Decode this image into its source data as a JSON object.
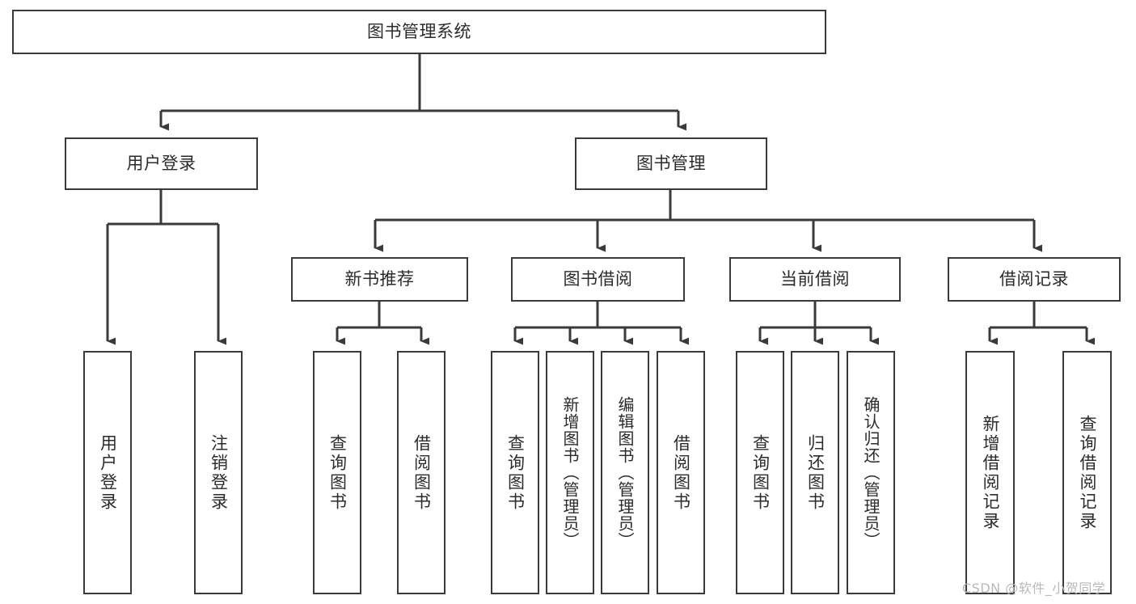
{
  "diagram": {
    "title": "图书管理系统",
    "type": "hierarchy-tree",
    "root": {
      "id": "root",
      "label": "图书管理系统",
      "orientation": "horizontal"
    },
    "level2": [
      {
        "id": "user-login",
        "label": "用户登录",
        "orientation": "horizontal"
      },
      {
        "id": "book-management",
        "label": "图书管理",
        "orientation": "horizontal"
      }
    ],
    "level3": [
      {
        "id": "new-book-recommend",
        "label": "新书推荐",
        "orientation": "horizontal",
        "parent": "book-management"
      },
      {
        "id": "book-borrow",
        "label": "图书借阅",
        "orientation": "horizontal",
        "parent": "book-management"
      },
      {
        "id": "current-borrow",
        "label": "当前借阅",
        "orientation": "horizontal",
        "parent": "book-management"
      },
      {
        "id": "borrow-record",
        "label": "借阅记录",
        "orientation": "horizontal",
        "parent": "book-management"
      }
    ],
    "leaves": [
      {
        "id": "leaf-user-login",
        "label": "用户登录",
        "parent": "user-login",
        "orientation": "vertical"
      },
      {
        "id": "leaf-user-logout",
        "label": "注销登录",
        "parent": "user-login",
        "orientation": "vertical"
      },
      {
        "id": "leaf-query-book-1",
        "label": "查询图书",
        "parent": "new-book-recommend",
        "orientation": "vertical"
      },
      {
        "id": "leaf-borrow-book-1",
        "label": "借阅图书",
        "parent": "new-book-recommend",
        "orientation": "vertical"
      },
      {
        "id": "leaf-query-book-2",
        "label": "查询图书",
        "parent": "book-borrow",
        "orientation": "vertical"
      },
      {
        "id": "leaf-add-book",
        "label": "新增图书（管理员）",
        "parent": "book-borrow",
        "orientation": "vertical"
      },
      {
        "id": "leaf-edit-book",
        "label": "编辑图书（管理员）",
        "parent": "book-borrow",
        "orientation": "vertical"
      },
      {
        "id": "leaf-borrow-book-2",
        "label": "借阅图书",
        "parent": "book-borrow",
        "orientation": "vertical"
      },
      {
        "id": "leaf-query-book-3",
        "label": "查询图书",
        "parent": "current-borrow",
        "orientation": "vertical"
      },
      {
        "id": "leaf-return-book",
        "label": "归还图书",
        "parent": "current-borrow",
        "orientation": "vertical"
      },
      {
        "id": "leaf-confirm-return",
        "label": "确认归还（管理员）",
        "parent": "current-borrow",
        "orientation": "vertical"
      },
      {
        "id": "leaf-add-record",
        "label": "新增借阅记录",
        "parent": "borrow-record",
        "orientation": "vertical"
      },
      {
        "id": "leaf-query-record",
        "label": "查询借阅记录",
        "parent": "borrow-record",
        "orientation": "vertical"
      }
    ],
    "colors": {
      "stroke": "#3a3a3a",
      "fill": "#ffffff",
      "text": "#2b2b2b",
      "watermark": "#b9b9b9"
    }
  },
  "watermark": {
    "text": "CSDN @软件_小贺同学"
  }
}
